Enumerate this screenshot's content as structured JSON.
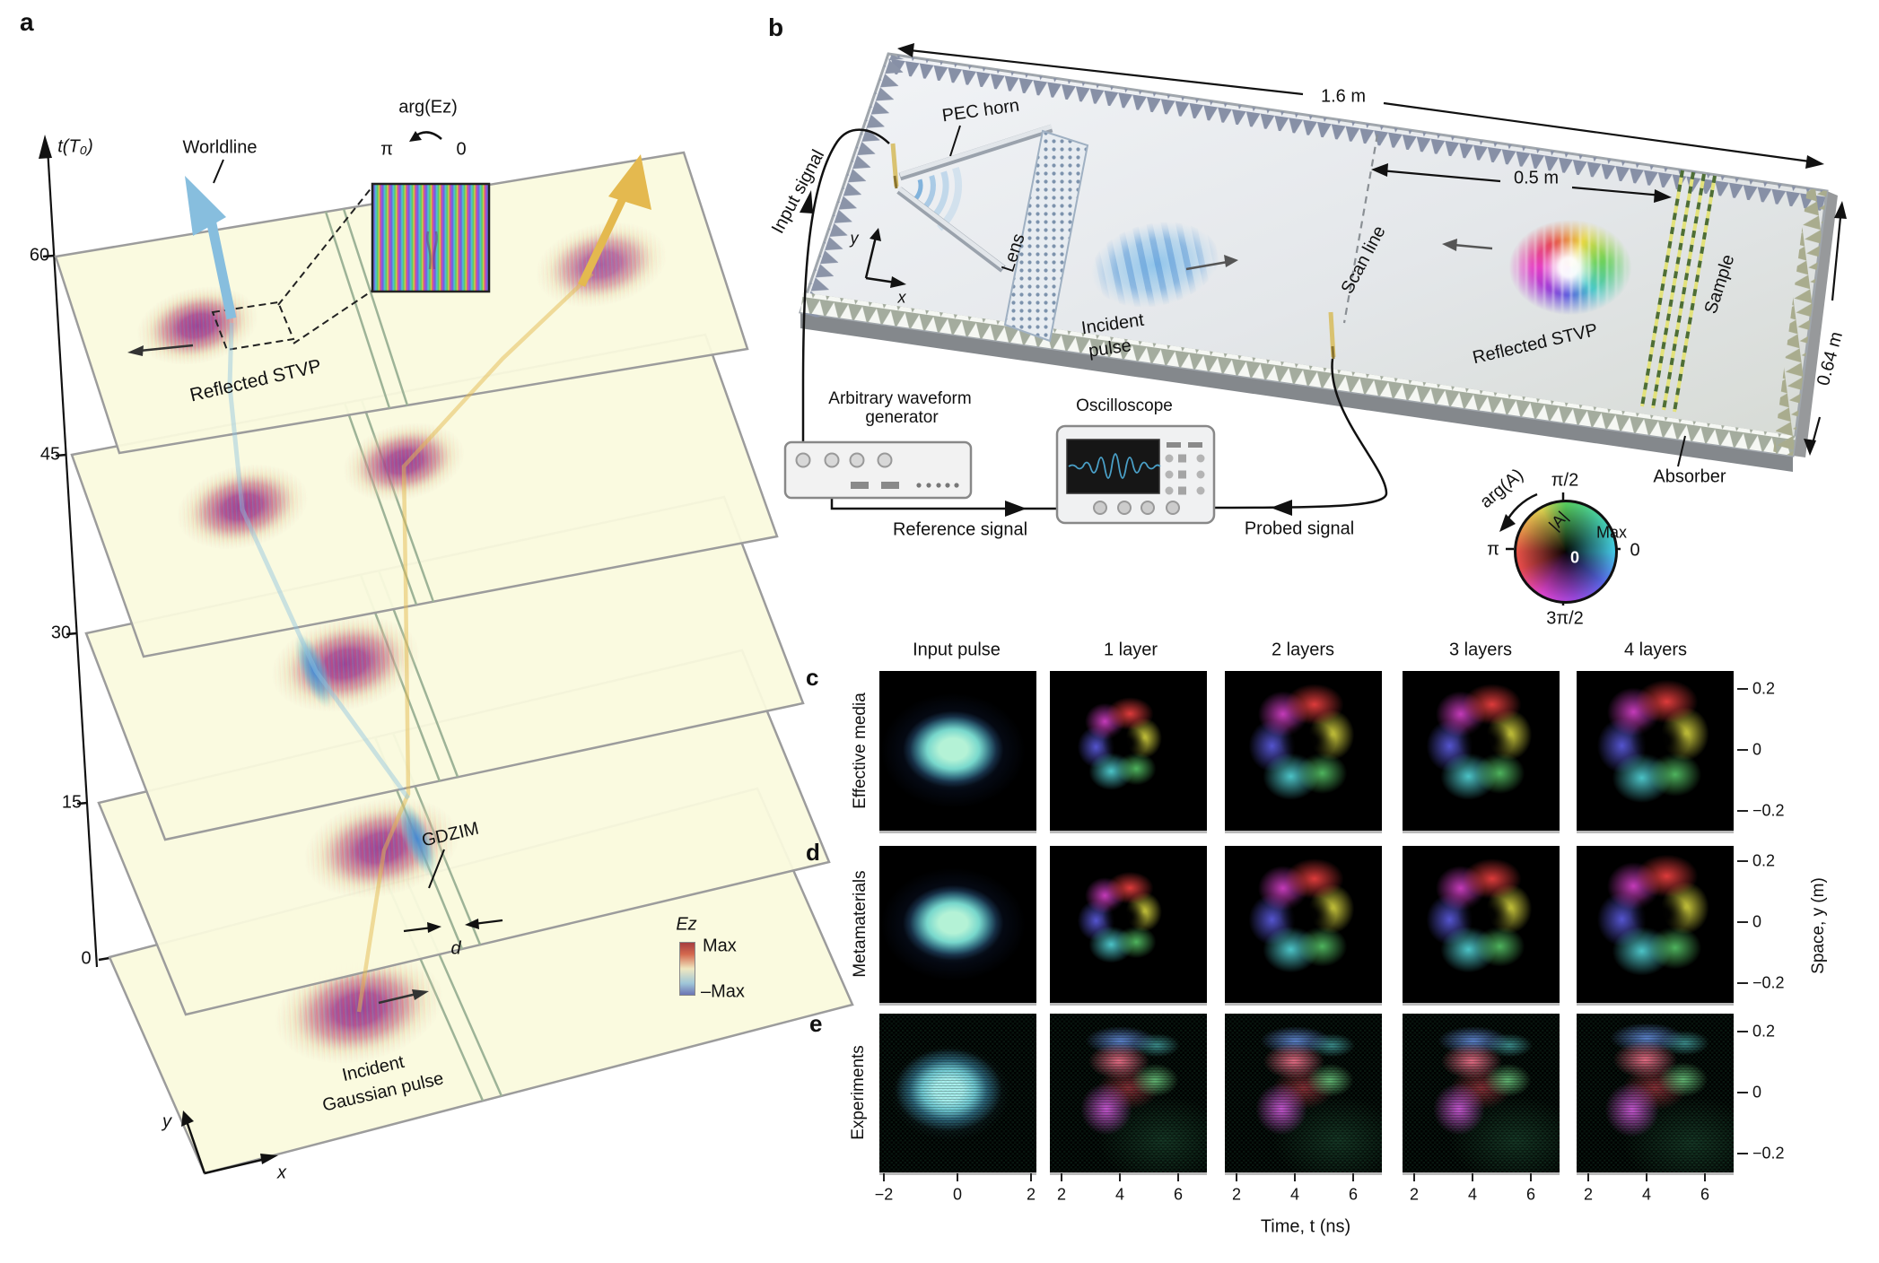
{
  "panel_a": {
    "letter": "a",
    "time_axis_title": "t(T₀)",
    "ticks": [
      "60",
      "45",
      "30",
      "15",
      "0"
    ],
    "worldline": "Worldline",
    "wheel_title": "arg(Ez)",
    "wheel_left": "π",
    "wheel_right": "0",
    "reflected": "Reflected STVP",
    "gdzim": "GDZIM",
    "gap": "d",
    "incident_l1": "Incident",
    "incident_l2": "Gaussian pulse",
    "axis_x": "x",
    "axis_y": "y",
    "cbar_title": "Ez",
    "cbar_max": "Max",
    "cbar_min": "–Max"
  },
  "panel_b": {
    "letter": "b",
    "dim_width": "1.6 m",
    "dim_scan": "0.5 m",
    "dim_height": "0.64 m",
    "pec_horn": "PEC horn",
    "lens": "Lens",
    "input_signal": "Input signal",
    "incident_l1": "Incident",
    "incident_l2": "pulse",
    "scan_line": "Scan line",
    "reflected": "Reflected STVP",
    "sample": "Sample",
    "absorber": "Absorber",
    "awg_l1": "Arbitrary waveform",
    "awg_l2": "generator",
    "oscilloscope": "Oscilloscope",
    "reference": "Reference signal",
    "probed": "Probed signal",
    "axis_x": "x",
    "axis_y": "y",
    "wheel_title": "arg(A)",
    "wheel_top": "π/2",
    "wheel_left": "π",
    "wheel_bottom": "3π/2",
    "wheel_right": "0",
    "wheel_amp": "|A|",
    "wheel_max": "Max",
    "wheel_zero": "0"
  },
  "panel_cde": {
    "columns": [
      "Input pulse",
      "1 layer",
      "2 layers",
      "3 layers",
      "4 layers"
    ],
    "rows": [
      {
        "letter": "c",
        "label": "Effective media"
      },
      {
        "letter": "d",
        "label": "Metamaterials"
      },
      {
        "letter": "e",
        "label": "Experiments"
      }
    ],
    "yticks": [
      "0.2",
      "0",
      "−0.2"
    ],
    "ylabel": "Space, y (m)",
    "xlabel": "Time, t (ns)",
    "xticks_input": [
      "−2",
      "0",
      "2"
    ],
    "xticks_layers": [
      "2",
      "4",
      "6"
    ]
  },
  "colors": {
    "worldline_reflected": "#88bfdf",
    "worldline_incident": "#e4b94f",
    "plane_fill": "#fafade",
    "incident_pulse_blue": "#8fc4e8",
    "oscilloscope_trace": "#4aa0c8"
  }
}
